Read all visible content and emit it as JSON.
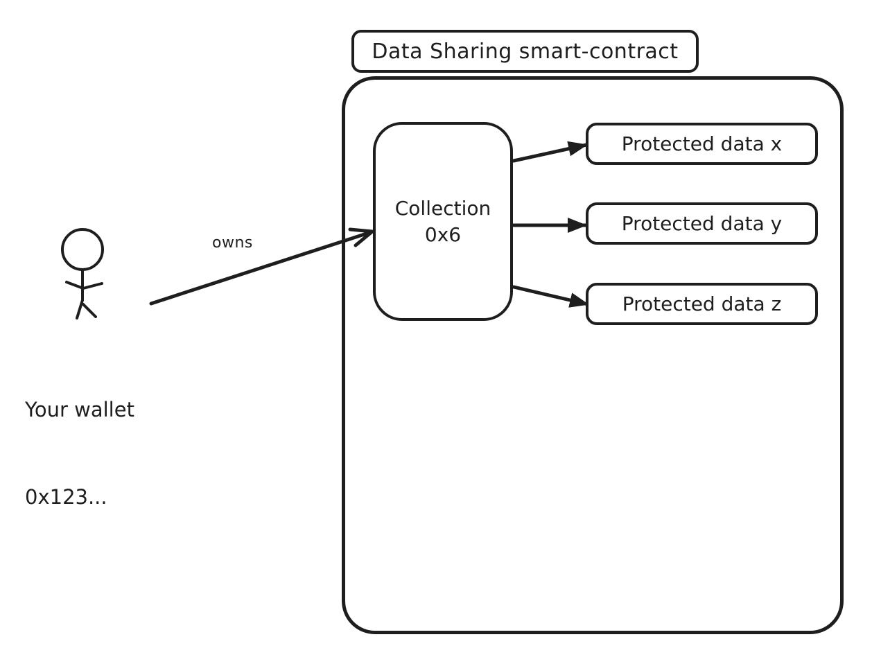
{
  "diagram": {
    "title": "Data Sharing smart-contract",
    "collection": {
      "line1": "Collection",
      "line2": "0x6"
    },
    "protected_data": [
      {
        "label": "Protected data x"
      },
      {
        "label": "Protected data y"
      },
      {
        "label": "Protected data z"
      }
    ],
    "wallet": {
      "line1": "Your wallet",
      "line2": "0x123..."
    },
    "owns_label": "owns",
    "icons": {
      "stick_figure": "person-icon"
    },
    "colors": {
      "stroke": "#1e1e1e",
      "background": "#ffffff",
      "box_fill": "#ffffff"
    }
  }
}
